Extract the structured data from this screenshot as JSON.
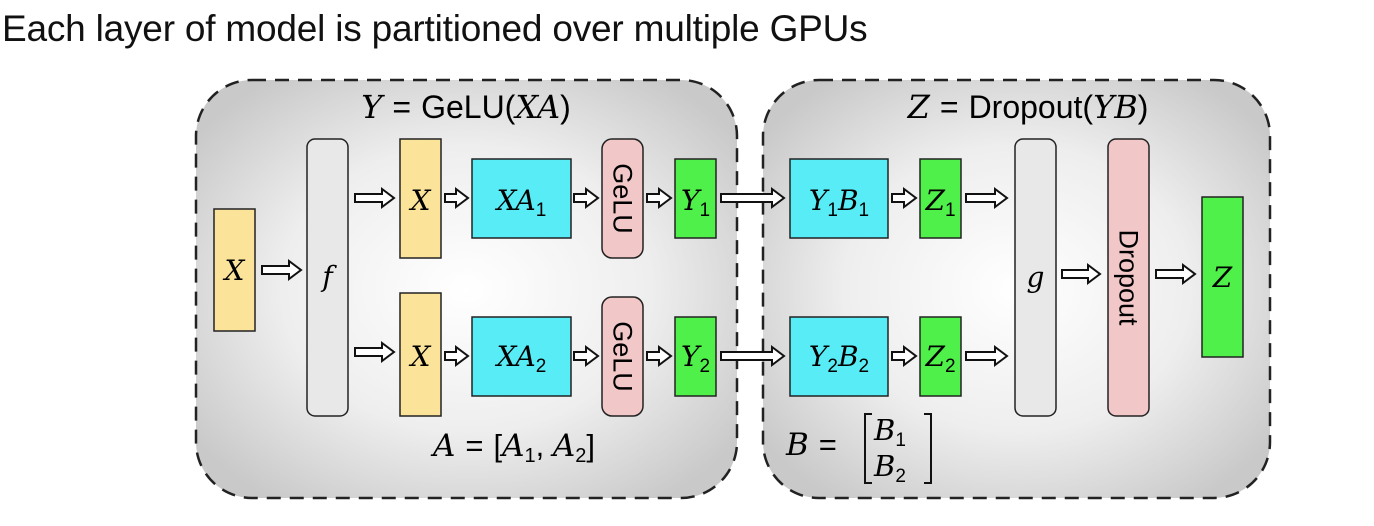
{
  "title": "Each layer of model is partitioned over multiple GPUs",
  "mlp_panel": {
    "equation": {
      "lhs": "Y",
      "eq": "=",
      "fn": "GeLU",
      "arg": "XA"
    },
    "input": "X",
    "split_op": "f",
    "rows": [
      {
        "input": "X",
        "matmul": "XA",
        "matmul_sub": "1",
        "activation": "GeLU",
        "output": "Y",
        "output_sub": "1"
      },
      {
        "input": "X",
        "matmul": "XA",
        "matmul_sub": "2",
        "activation": "GeLU",
        "output": "Y",
        "output_sub": "2"
      }
    ],
    "partition": {
      "lhs": "A",
      "eq": "=",
      "parts": [
        "A",
        "A"
      ],
      "subs": [
        "1",
        "2"
      ]
    }
  },
  "dropout_panel": {
    "equation": {
      "lhs": "Z",
      "eq": "=",
      "fn": "Dropout",
      "arg": "YB"
    },
    "rows": [
      {
        "matmul_a": "Y",
        "matmul_a_sub": "1",
        "matmul_b": "B",
        "matmul_b_sub": "1",
        "output": "Z",
        "output_sub": "1"
      },
      {
        "matmul_a": "Y",
        "matmul_a_sub": "2",
        "matmul_b": "B",
        "matmul_b_sub": "2",
        "output": "Z",
        "output_sub": "2"
      }
    ],
    "reduce_op": "g",
    "dropout": "Dropout",
    "output": "Z",
    "partition": {
      "lhs": "B",
      "eq": "=",
      "parts": [
        "B",
        "B"
      ],
      "subs": [
        "1",
        "2"
      ]
    }
  },
  "colors": {
    "input_box": "#fbe39a",
    "matmul_box": "#57ecf6",
    "gelu_box": "#f2c7c7",
    "output_box": "#4ef049",
    "op_box": "#e8e8e8",
    "panel_border": "#222222"
  }
}
